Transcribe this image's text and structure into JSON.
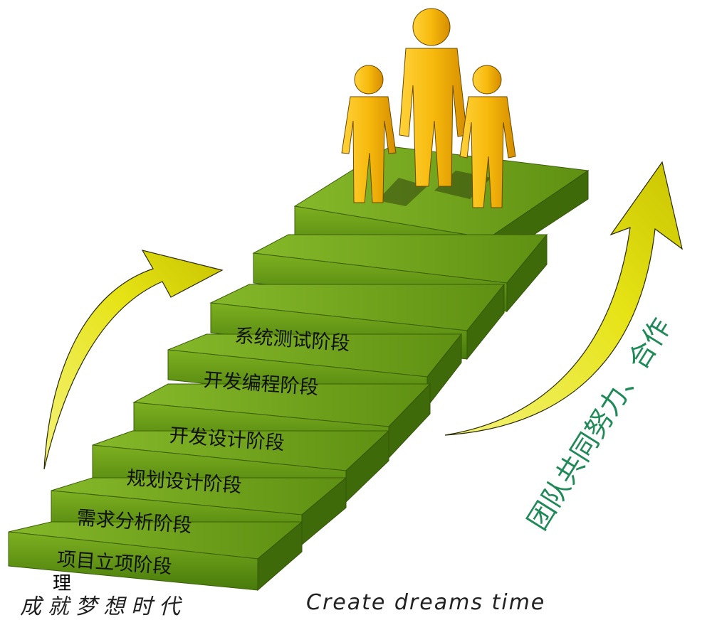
{
  "stages": [
    "项目立项阶段",
    "需求分析阶段",
    "规划设计阶段",
    "开发设计阶段",
    "开发编程阶段",
    "系统测试阶段"
  ],
  "stage_extra_char": "理",
  "slogan": "团队共同努力、合作",
  "footer": {
    "chinese": "成就梦想时代",
    "english": "Create dreams time"
  },
  "colors": {
    "step_top": "#6fa11a",
    "step_front": "#4e7f0c",
    "step_side": "#3f6a0a",
    "arrow": "#e8e418",
    "figure": "#f7b90c",
    "slogan": "#1f8a57"
  },
  "icons": [
    "curved-arrow-left-icon",
    "curved-arrow-right-icon",
    "people-figures-icon"
  ]
}
